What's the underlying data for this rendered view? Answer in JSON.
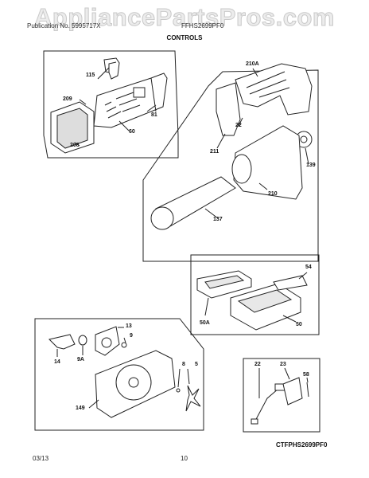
{
  "watermark": "AppliancePartsPros.com",
  "header": {
    "left": "Publication No. 5995717X",
    "right": "FFHS2699PF0"
  },
  "page_title": "CONTROLS",
  "callouts": {
    "c115": "115",
    "c209": "209",
    "c81": "81",
    "c60": "60",
    "c208": "208",
    "c210A": "210A",
    "c22a": "22",
    "c211": "211",
    "c139": "139",
    "c210": "210",
    "c137": "137",
    "c54": "54",
    "c50A": "50A",
    "c50": "50",
    "c13": "13",
    "c9": "9",
    "c9A": "9A",
    "c14": "14",
    "c8": "8",
    "c5": "5",
    "c149": "149",
    "c22b": "22",
    "c23": "23",
    "c58": "58"
  },
  "diagram_code": "CTFPHS2699PF0",
  "footer": {
    "date": "03/13",
    "page_number": "10"
  }
}
